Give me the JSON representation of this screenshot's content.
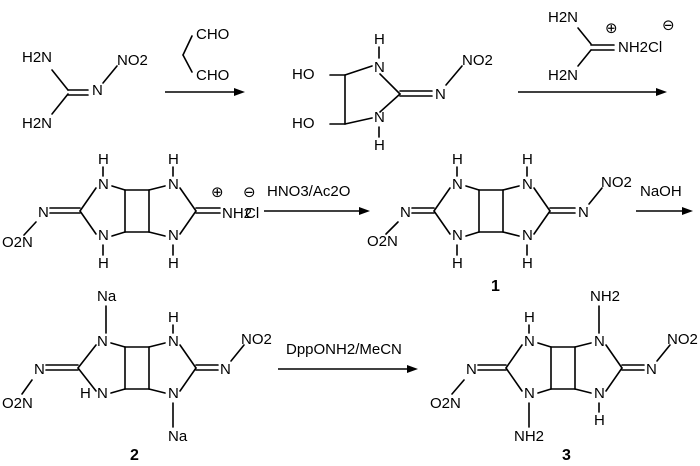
{
  "labels": {
    "nitroguanidine": {
      "h2n_top": "H2N",
      "h2n_bottom": "H2N",
      "n": "N",
      "no2": "NO2"
    },
    "glyoxal": {
      "cho_top": "CHO",
      "cho_bottom": "CHO"
    },
    "intermediate": {
      "ho_top": "HO",
      "ho_bottom": "HO",
      "h_top": "H",
      "n_top": "N",
      "h_bottom": "H",
      "n_bottom": "N",
      "n_exo": "N",
      "no2": "NO2"
    },
    "guanidine_hcl": {
      "h2n_top": "H2N",
      "h2n_bottom": "H2N",
      "nh2": "NH2",
      "cl": "Cl",
      "plus": "⊕",
      "minus": "⊖"
    },
    "bicyclic_salt": {
      "o2n": "O2N",
      "n_exo": "N",
      "h_ul": "H",
      "n_ul": "N",
      "h_ll": "H",
      "n_ll": "N",
      "h_ur": "H",
      "n_ur": "N",
      "h_lr": "H",
      "n_lr": "N",
      "nh2": "NH2",
      "cl": "Cl",
      "plus": "⊕",
      "minus": "⊖"
    },
    "compound1": {
      "o2n": "O2N",
      "n_left": "N",
      "h_ul": "H",
      "n_ul": "N",
      "h_ll": "H",
      "n_ll": "N",
      "h_ur": "H",
      "n_ur": "N",
      "h_lr": "H",
      "n_lr": "N",
      "n_right": "N",
      "no2": "NO2",
      "number": "1"
    },
    "compound2": {
      "o2n": "O2N",
      "n_left": "N",
      "na_top": "Na",
      "n_ul": "N",
      "h_ll": "H",
      "n_ll": "N",
      "h_ur": "H",
      "n_ur": "N",
      "n_lr": "N",
      "na_bottom": "Na",
      "n_right": "N",
      "no2": "NO2",
      "number": "2"
    },
    "compound3": {
      "o2n": "O2N",
      "n_left": "N",
      "h_ul": "H",
      "n_ul": "N",
      "n_ll": "N",
      "nh2_bottom": "NH2",
      "nh2_top": "NH2",
      "n_ur": "N",
      "h_lr": "H",
      "n_lr": "N",
      "n_right": "N",
      "no2": "NO2",
      "number": "3"
    }
  },
  "reagents": {
    "step3": "HNO3/Ac2O",
    "step4": "NaOH",
    "step5": "DppONH2/MeCN"
  }
}
